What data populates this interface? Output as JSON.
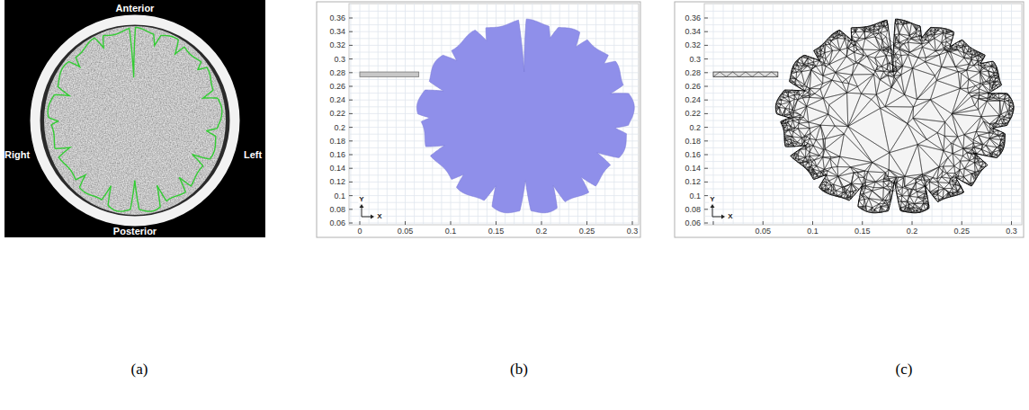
{
  "diagram": {
    "labels": [
      "Anterior",
      "Right",
      "Left",
      "Posterior",
      "0.36",
      "0.34",
      "0.32",
      "0.3",
      "0.28",
      "0.26",
      "0.24",
      "0.22",
      "0.2",
      "0.18",
      "0.16",
      "0.14",
      "0.12",
      "0.1",
      "0.08",
      "0.06",
      "0",
      "0.05",
      "0.1",
      "0.15",
      "0.2",
      "0.25",
      "0.3",
      "Y",
      "X",
      "0.36",
      "0.34",
      "0.32",
      "0.3",
      "0.28",
      "0.26",
      "0.24",
      "0.22",
      "0.2",
      "0.18",
      "0.16",
      "0.14",
      "0.12",
      "0.1",
      "0.08",
      "0.06",
      "0.05",
      "0.1",
      "0.15",
      "0.2",
      "0.25",
      "0.3",
      "Y",
      "X",
      "(a)",
      "(b)",
      "(c)"
    ]
  }
}
